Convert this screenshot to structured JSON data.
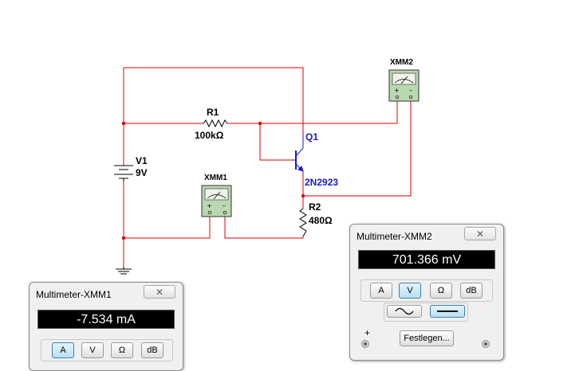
{
  "schematic": {
    "r1": {
      "name": "R1",
      "value": "100kΩ"
    },
    "r2": {
      "name": "R2",
      "value": "480Ω"
    },
    "v1": {
      "name": "V1",
      "value": "9V"
    },
    "q1": {
      "name": "Q1",
      "model": "2N2923"
    },
    "xmm1": {
      "name": "XMM1"
    },
    "xmm2": {
      "name": "XMM2"
    },
    "colors": {
      "wire": "#e00000",
      "junction": "#e00000",
      "transistor": "#1a1acc"
    }
  },
  "multimeter_xmm1": {
    "title": "Multimeter-XMM1",
    "close_glyph": "✕",
    "reading": "-7.534 mA",
    "buttons": [
      {
        "label": "A",
        "active": true
      },
      {
        "label": "V",
        "active": false
      },
      {
        "label": "Ω",
        "active": false
      },
      {
        "label": "dB",
        "active": false
      }
    ]
  },
  "multimeter_xmm2": {
    "title": "Multimeter-XMM2",
    "close_glyph": "✕",
    "reading": "701.366 mV",
    "buttons": [
      {
        "label": "A",
        "active": false
      },
      {
        "label": "V",
        "active": true
      },
      {
        "label": "Ω",
        "active": false
      },
      {
        "label": "dB",
        "active": false
      }
    ],
    "mode_buttons": [
      {
        "icon": "ac-wave-icon",
        "active": false
      },
      {
        "icon": "dc-line-icon",
        "active": true
      }
    ],
    "settings_label": "Festlegen...",
    "plus_label": "+"
  }
}
